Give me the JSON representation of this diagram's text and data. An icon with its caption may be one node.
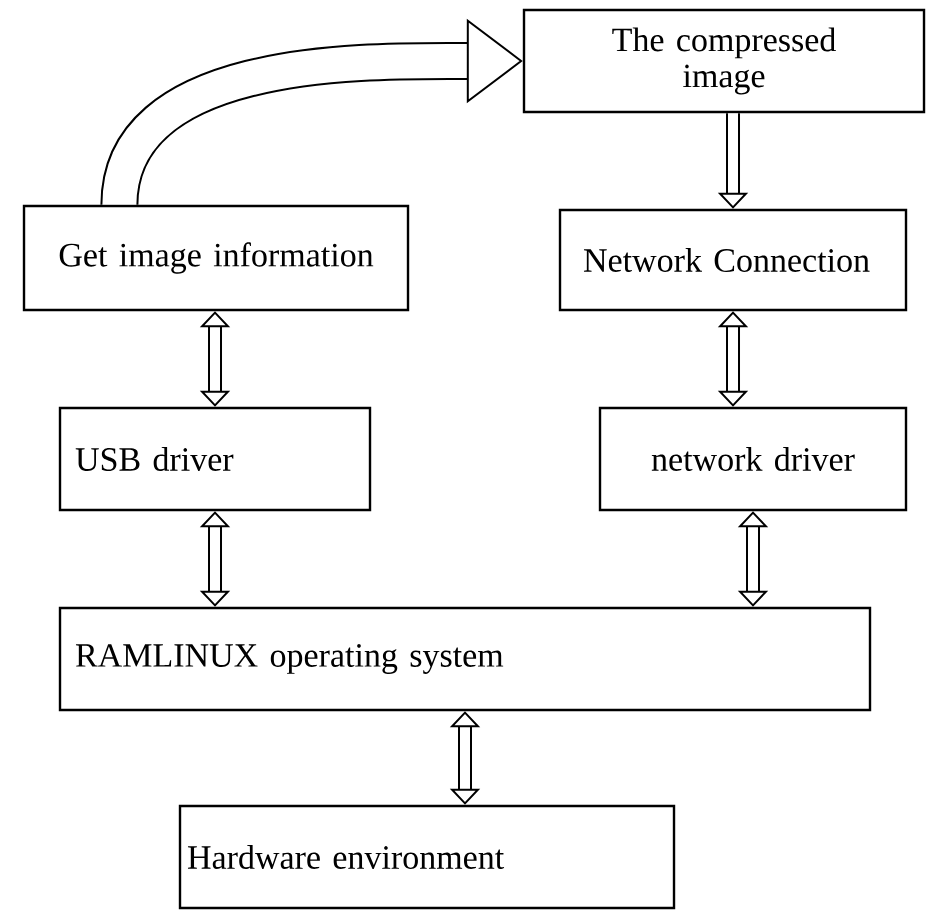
{
  "diagram": {
    "nodes": [
      {
        "text": [
          "The compressed image"
        ]
      },
      {
        "text": [
          "Get image information"
        ]
      },
      {
        "text": [
          "Network Connection"
        ]
      },
      {
        "text": [
          "USB driver"
        ]
      },
      {
        "text": [
          "network driver"
        ]
      },
      {
        "text": [
          "RAMLINUX operating system"
        ]
      },
      {
        "text": [
          "Hardware environment"
        ]
      }
    ],
    "edges": [
      {
        "from": 1,
        "to": 0,
        "arrow": "to",
        "style": "thick"
      },
      {
        "from": 0,
        "to": 2,
        "arrow": "to"
      },
      {
        "from": 1,
        "to": 3,
        "arrow": "both"
      },
      {
        "from": 2,
        "to": 4,
        "arrow": "both"
      },
      {
        "from": 3,
        "to": 5,
        "arrow": "both"
      },
      {
        "from": 4,
        "to": 5,
        "arrow": "both"
      },
      {
        "from": 5,
        "to": 6,
        "arrow": "both"
      }
    ]
  }
}
